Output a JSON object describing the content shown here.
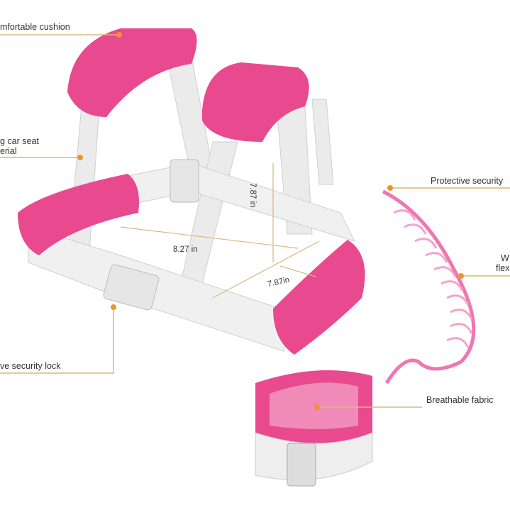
{
  "callouts": {
    "cushion": "mfortable cushion",
    "material_line1": "g car seat",
    "material_line2": "erial",
    "lock": "ve security lock",
    "protective": "Protective security",
    "wire_line1": "W",
    "wire_line2": "flex",
    "fabric": "Breathable fabric"
  },
  "dimensions": {
    "width": "8.27 in",
    "height": "7.87 in",
    "depth": "7.87in"
  },
  "colors": {
    "pink": "#e8498f",
    "strap": "#ebebeb",
    "leader": "#d9b878",
    "dot": "#f0942a"
  }
}
